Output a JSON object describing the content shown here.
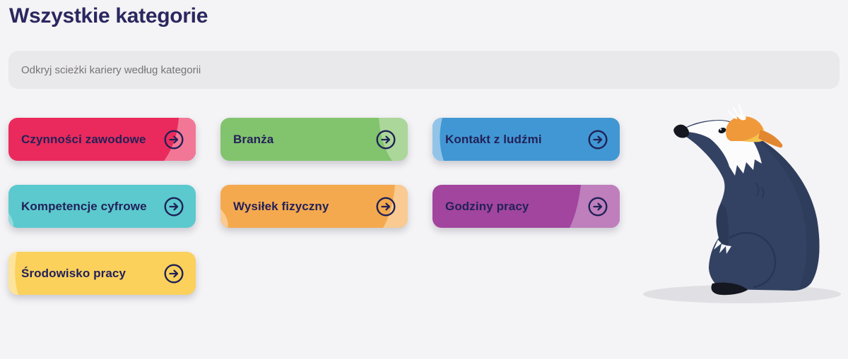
{
  "page": {
    "title": "Wszystkie kategorie"
  },
  "search": {
    "placeholder": "Odkryj scieżki kariery według kategorii"
  },
  "accent": {
    "text_navy": "#232158",
    "page_bg": "#F4F3F5",
    "search_bg": "#E9E8EA"
  },
  "categories": [
    {
      "label": "Czynności zawodowe",
      "color": "#EA2A5C",
      "light": "#F27796"
    },
    {
      "label": "Branża",
      "color": "#82C36E",
      "light": "#ABD79A"
    },
    {
      "label": "Kontakt z ludźmi",
      "color": "#4197D3",
      "light": "#92C4E8"
    },
    {
      "label": "Kompetencje cyfrowe",
      "color": "#5BC9CE",
      "light": "#93DBDE"
    },
    {
      "label": "Wysiłek fizyczny",
      "color": "#F5A94E",
      "light": "#F9CB92"
    },
    {
      "label": "Godziny pracy",
      "color": "#A2459E",
      "light": "#BE7FBC"
    },
    {
      "label": "Środowisko pracy",
      "color": "#FBD15B",
      "light": "#FDE49C"
    }
  ],
  "mascot": {
    "name": "badger-mascot",
    "body_color": "#334263",
    "body_shade_color": "#2B3A59",
    "cap_color": "#F0993B",
    "cap_bill_color": "#E2872F",
    "cap_band_color": "#F5C34F",
    "shadow_color": "#DCDADF"
  }
}
